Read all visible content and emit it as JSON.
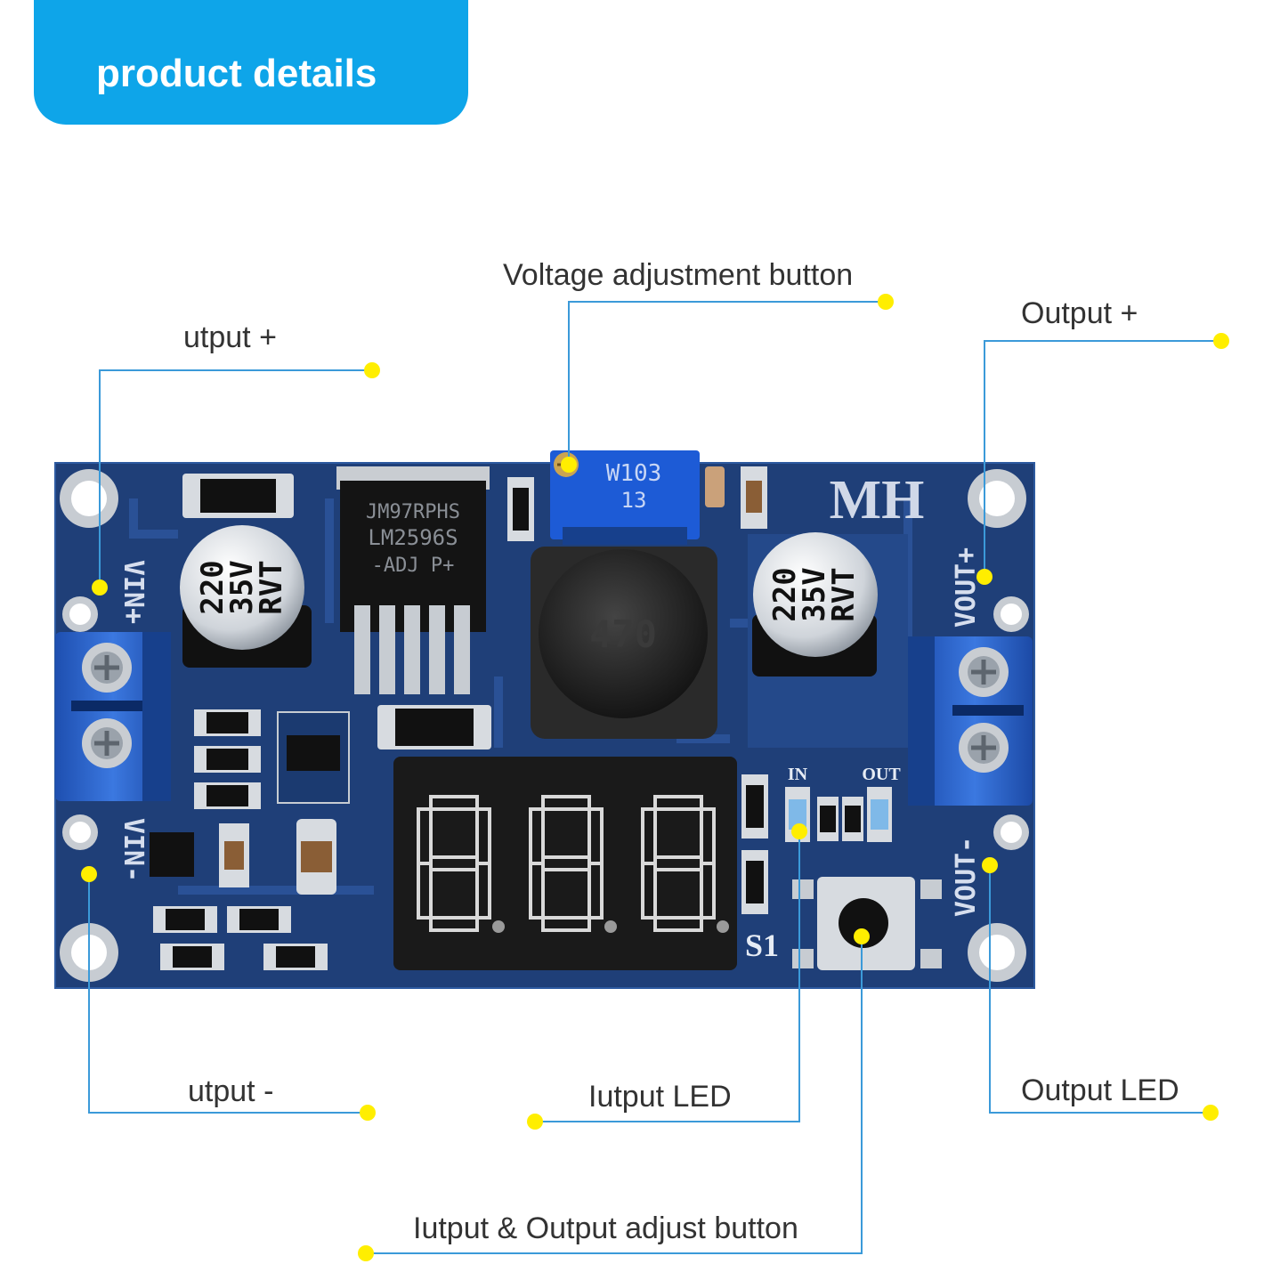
{
  "header": {
    "title": "product details"
  },
  "callouts": {
    "voltage_adjust": "Voltage adjustment button",
    "output_plus_right": "Output +",
    "input_plus": "utput +",
    "input_minus": "utput -",
    "input_led": "Iutput LED",
    "output_led": "Output LED",
    "io_adjust": "Iutput & Output adjust button"
  },
  "board": {
    "brand": "MH",
    "ic_line1": "JM97RPHS",
    "ic_line2": "LM2596S",
    "ic_line3": "-ADJ  P+",
    "pot_line1": "W103",
    "pot_line2": "13",
    "inductor": "470",
    "cap_left": [
      "220",
      "35V",
      "RVT"
    ],
    "cap_right": [
      "220",
      "35V",
      "RVT"
    ],
    "label_vin_plus": "VIN+",
    "label_vin_minus": "VIN-",
    "label_vout_plus": "VOUT+",
    "label_vout_minus": "VOUT-",
    "label_in": "IN",
    "label_out": "OUT",
    "label_s1": "S1",
    "display": "8.8.8."
  },
  "colors": {
    "accent": "#0ea5e9",
    "pcb": "#1f3f78",
    "leader_line": "#3b9ad9",
    "marker_dot": "#ffee00",
    "display_bg": "#1a1a1a",
    "terminal": "#2563c9"
  }
}
